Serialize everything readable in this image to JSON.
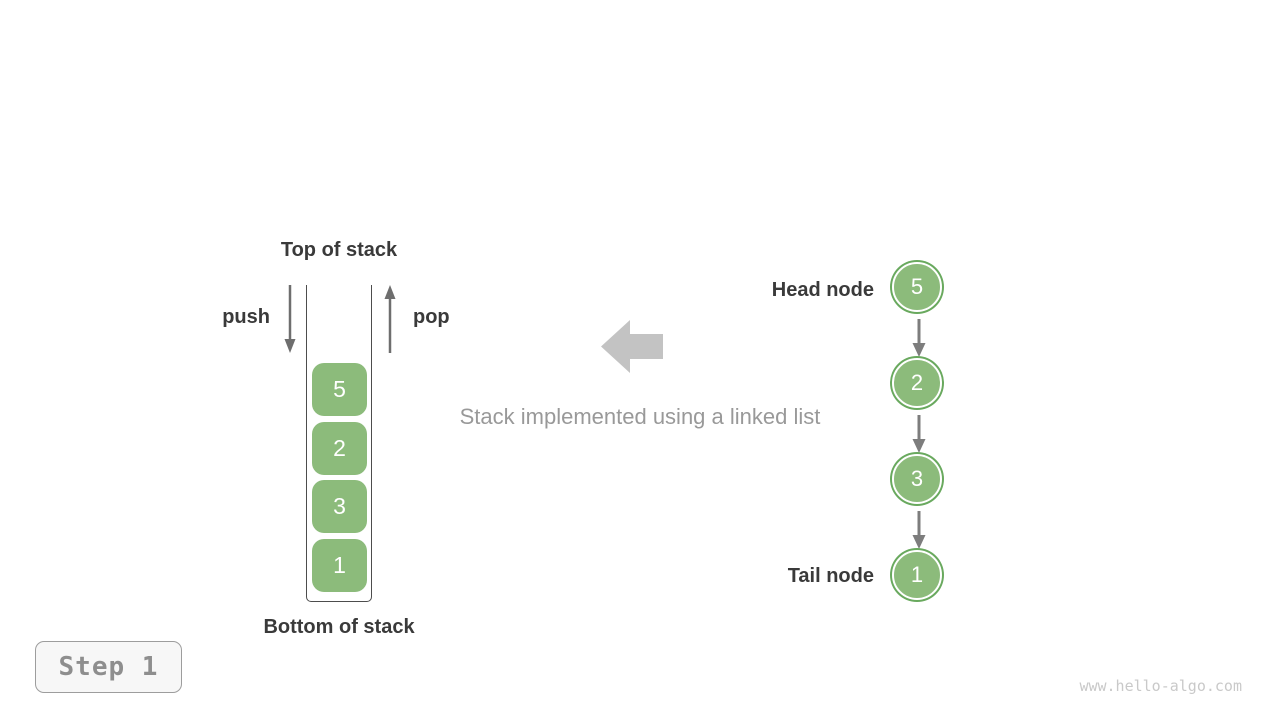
{
  "stack": {
    "top_label": "Top of stack",
    "bottom_label": "Bottom of stack",
    "push_label": "push",
    "pop_label": "pop",
    "items": [
      "5",
      "2",
      "3",
      "1"
    ]
  },
  "linked_list": {
    "head_label": "Head node",
    "tail_label": "Tail node",
    "nodes": [
      "5",
      "2",
      "3",
      "1"
    ]
  },
  "center": {
    "caption": "Stack implemented using a linked list"
  },
  "footer": {
    "step_label": "Step 1",
    "watermark": "www.hello-algo.com"
  },
  "colors": {
    "node_green": "#8cbb7b",
    "node_ring_green": "#69a95e",
    "thin_arrow_gray": "#6e6e6e",
    "link_arrow_gray": "#7d7d7d",
    "block_arrow_gray": "#c3c3c3",
    "dark_text": "#3a3a3a",
    "muted_text": "#999999",
    "container_line": "#4d4d4d"
  }
}
